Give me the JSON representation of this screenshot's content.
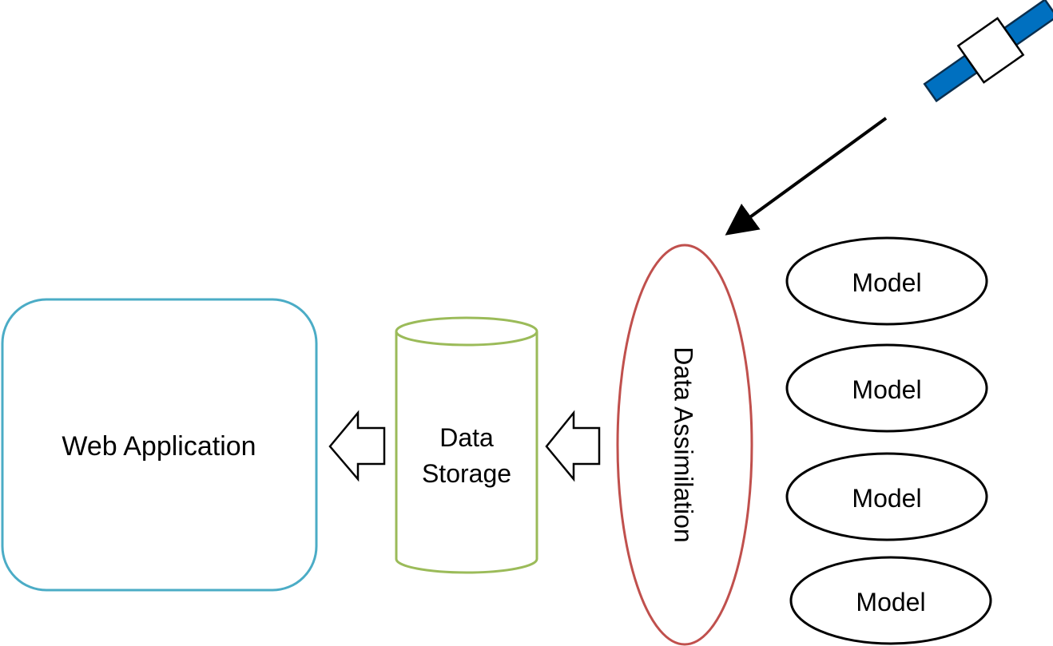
{
  "web_application": {
    "label": "Web Application",
    "border_color": "#4BACC6"
  },
  "data_storage": {
    "line1": "Data",
    "line2": "Storage",
    "border_color": "#9BBB59"
  },
  "data_assimilation": {
    "label": "Data Assimilation",
    "border_color": "#C0504D"
  },
  "models": [
    {
      "label": "Model"
    },
    {
      "label": "Model"
    },
    {
      "label": "Model"
    },
    {
      "label": "Model"
    }
  ],
  "satellite": {
    "icon": "satellite-icon",
    "panel_color": "#0070C0",
    "body_color": "#FFFFFF"
  },
  "arrows": {
    "satellite_to_assimilation": "line-arrow",
    "assimilation_to_storage": "block-arrow-left",
    "storage_to_web_application": "block-arrow-left"
  }
}
